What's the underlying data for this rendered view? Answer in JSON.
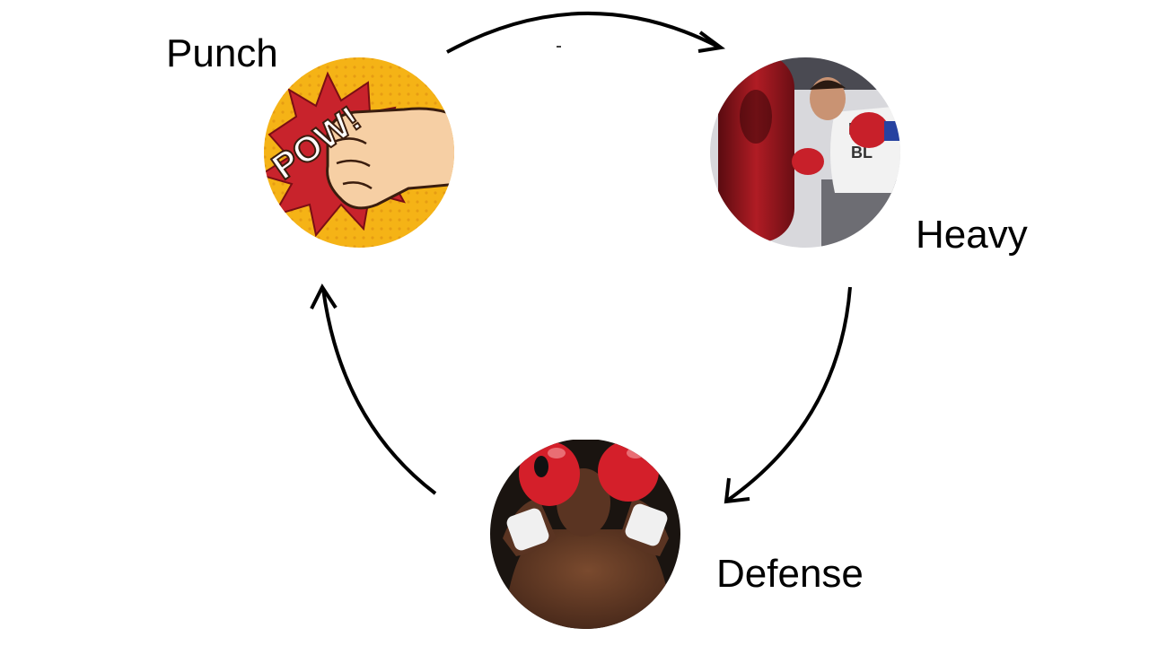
{
  "diagram": {
    "nodes": [
      {
        "id": "punch",
        "label": "Punch",
        "image": "pow-fist-comic-image"
      },
      {
        "id": "heavy",
        "label": "Heavy",
        "image": "heavy-bag-boxer-photo"
      },
      {
        "id": "defense",
        "label": "Defense",
        "image": "boxer-guard-photo"
      }
    ],
    "edges": [
      {
        "from": "punch",
        "to": "heavy"
      },
      {
        "from": "heavy",
        "to": "defense"
      },
      {
        "from": "defense",
        "to": "punch"
      }
    ]
  },
  "colors": {
    "pop_yellow": "#f5b316",
    "burst_red": "#c8232c",
    "skin": "#f6cfa4",
    "bag_red": "#a3171f",
    "glove_red": "#d41f2a",
    "arrow": "#000000"
  }
}
